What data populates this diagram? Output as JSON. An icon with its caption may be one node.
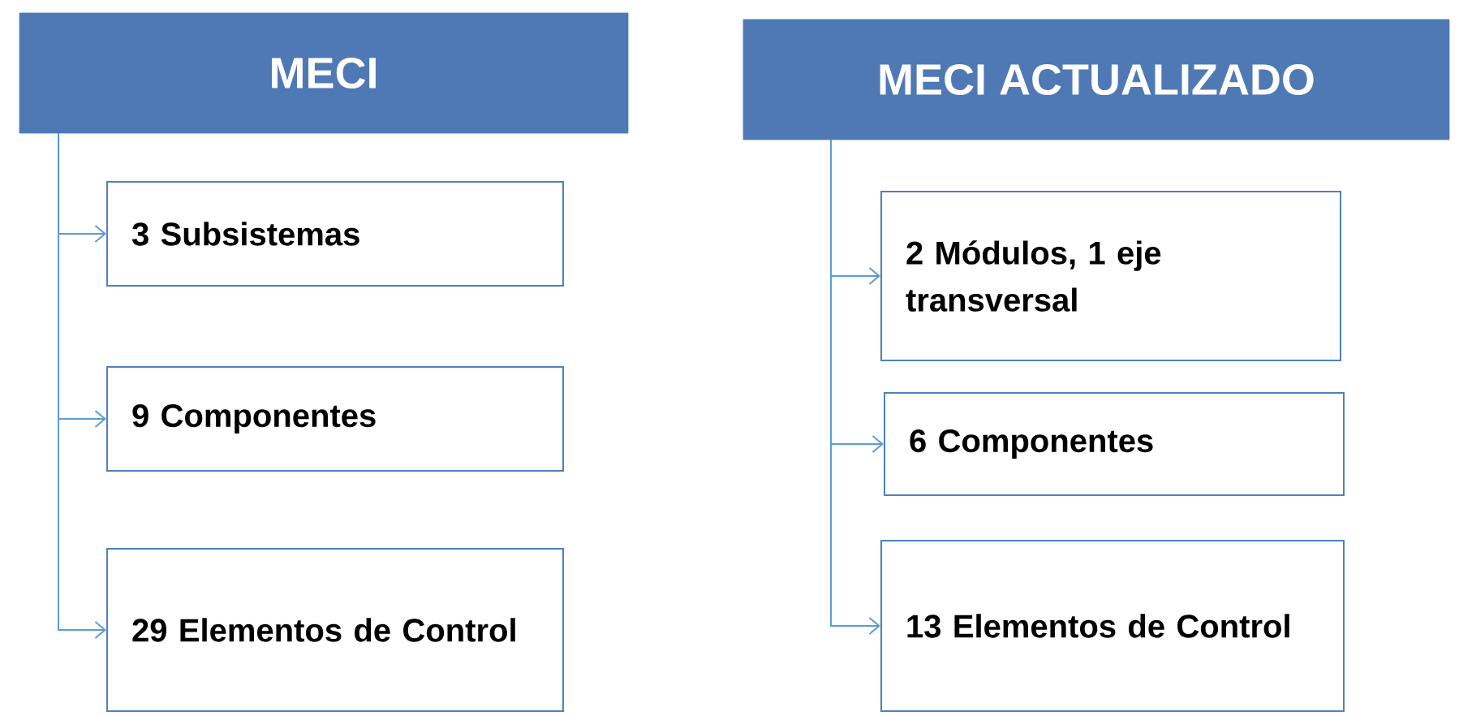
{
  "diagram": {
    "nodes": [
      {
        "text": [
          "MECI"
        ]
      },
      {
        "text": [
          "3 Subsistemas"
        ]
      },
      {
        "text": [
          "9 Componentes"
        ]
      },
      {
        "text": [
          "29 Elementos de Control"
        ]
      },
      {
        "text": [
          "MECI ACTUALIZADO"
        ]
      },
      {
        "text": [
          "2 Módulos, 1 eje transversal"
        ]
      },
      {
        "text": [
          "6 Componentes"
        ]
      },
      {
        "text": [
          "13 Elementos de Control"
        ]
      }
    ],
    "edges": [
      {
        "from": 0,
        "to": 1,
        "arrow": "to"
      },
      {
        "from": 0,
        "to": 2,
        "arrow": "to"
      },
      {
        "from": 0,
        "to": 3,
        "arrow": "to"
      },
      {
        "from": 4,
        "to": 5,
        "arrow": "to"
      },
      {
        "from": 4,
        "to": 6,
        "arrow": "to"
      },
      {
        "from": 4,
        "to": 7,
        "arrow": "to"
      }
    ]
  }
}
